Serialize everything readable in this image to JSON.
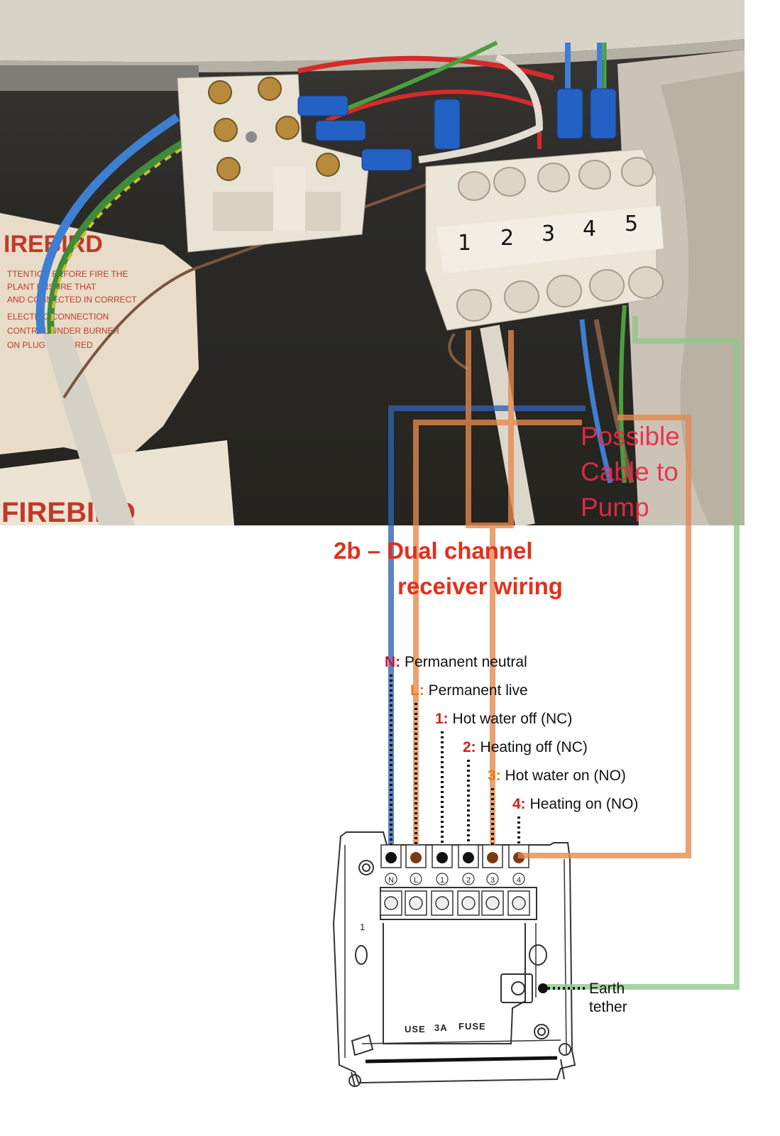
{
  "photo": {
    "terminal_numbers": [
      "1",
      "2",
      "3",
      "4",
      "5"
    ],
    "annotation_lines": [
      "Possible",
      "Cable to",
      "Pump"
    ]
  },
  "diagram": {
    "heading_line1": "2b –  Dual channel",
    "heading_line2": "receiver wiring",
    "terminals": [
      {
        "code": "N:",
        "desc": " Permanent neutral",
        "color": "#c8143c",
        "mark": "N"
      },
      {
        "code": "L:",
        "desc": " Permanent live",
        "color": "#ee7a1c",
        "mark": "L"
      },
      {
        "code": "1:",
        "desc": " Hot water off (NC)",
        "color": "#d21e1e",
        "mark": "1"
      },
      {
        "code": "2:",
        "desc": " Heating off (NC)",
        "color": "#d21e1e",
        "mark": "2"
      },
      {
        "code": "3:",
        "desc": " Hot water on (NO)",
        "color": "#ee7a1c",
        "mark": "3"
      },
      {
        "code": "4:",
        "desc": " Heating on (NO)",
        "color": "#d21e1e",
        "mark": "4"
      }
    ],
    "fuse_labels": [
      "USE",
      "3A",
      "FUSE"
    ],
    "side_mark": "1",
    "earth_line1": "Earth",
    "earth_line2": "tether"
  },
  "colors": {
    "neutral_wire": "#2f62b0",
    "live_wire": "#e5894d",
    "earth_wire": "#8fc68a",
    "annotation": "#ea2a48"
  }
}
